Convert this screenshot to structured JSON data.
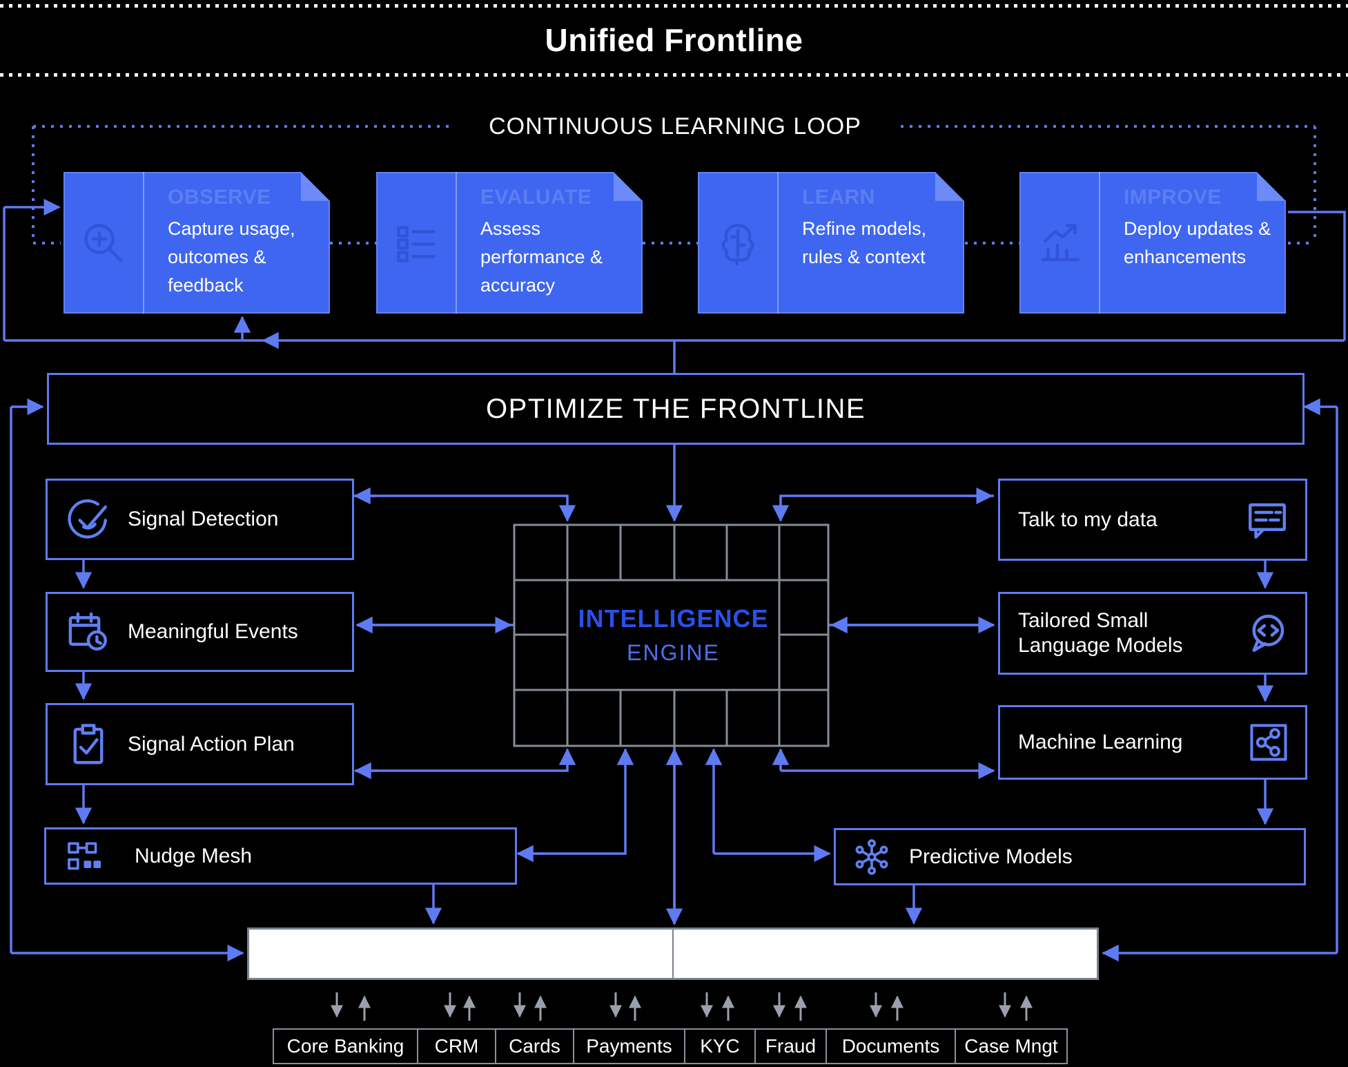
{
  "page": {
    "title": "Unified Frontline"
  },
  "learning_loop": {
    "title": "CONTINUOUS LEARNING LOOP",
    "steps": [
      {
        "title": "OBSERVE",
        "description": "Capture usage, outcomes & feedback",
        "icon": "magnifier-plus-icon"
      },
      {
        "title": "EVALUATE",
        "description": "Assess performance & accuracy",
        "icon": "checklist-icon"
      },
      {
        "title": "LEARN",
        "description": "Refine models, rules & context",
        "icon": "brain-icon"
      },
      {
        "title": "IMPROVE",
        "description": "Deploy updates & enhancements",
        "icon": "chart-up-icon"
      }
    ]
  },
  "optimize_banner": {
    "label": "OPTIMIZE THE FRONTLINE"
  },
  "engine": {
    "line1": "INTELLIGENCE",
    "line2": "ENGINE"
  },
  "modules": {
    "left": [
      {
        "label": "Signal Detection",
        "icon": "target-check-icon"
      },
      {
        "label": "Meaningful Events",
        "icon": "calendar-clock-icon"
      },
      {
        "label": "Signal Action Plan",
        "icon": "clipboard-check-icon"
      },
      {
        "label": "Nudge Mesh",
        "icon": "node-graph-icon"
      }
    ],
    "right": [
      {
        "label": "Talk to my data",
        "icon": "chat-lines-icon"
      },
      {
        "label": "Tailored Small Language Models",
        "icon": "code-bubble-icon"
      },
      {
        "label": "Machine Learning",
        "icon": "share-network-icon"
      },
      {
        "label": "Predictive Models",
        "icon": "hub-spoke-icon"
      }
    ]
  },
  "systems": {
    "items": [
      {
        "label": "Core Banking"
      },
      {
        "label": "CRM"
      },
      {
        "label": "Cards"
      },
      {
        "label": "Payments"
      },
      {
        "label": "KYC"
      },
      {
        "label": "Fraud"
      },
      {
        "label": "Documents"
      },
      {
        "label": "Case Mngt"
      }
    ]
  },
  "colors": {
    "accent_blue": "#5E7BF2",
    "loop_box_blue": "#3E66F0",
    "engine_text_blue": "#2B50E8",
    "engine_text_light": "#4E6FF2",
    "grid_gray": "#868D96",
    "arrow_gray": "#9AA1AB",
    "bar_border_gray": "#78828F",
    "background": "#000000"
  }
}
